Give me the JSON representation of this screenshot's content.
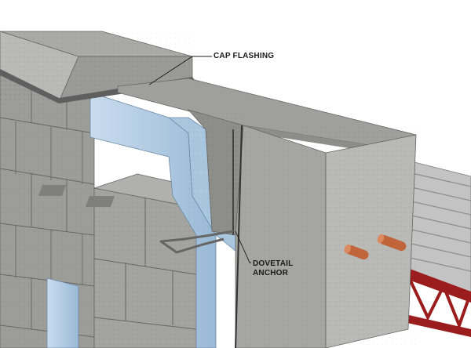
{
  "labels": {
    "cap_flashing": "CAP FLASHING",
    "dovetail_line1": "DOVETAIL",
    "dovetail_line2": "ANCHOR"
  },
  "colors": {
    "concrete_top": "#a9a9a6",
    "concrete_side": "#8d8d89",
    "concrete_front": "#b9b9b6",
    "cmu": "#9c9c98",
    "cmu_dark": "#7f7f7b",
    "insulation": "#a9c6df",
    "insulation_light": "#c9dcee",
    "flashing": "#5f5f5f",
    "steel_deck": "#c3c3c3",
    "steel_joist": "#9b1c1c",
    "dowel": "#c0643a",
    "leader": "#1a1a1a"
  },
  "icons": {
    "callout_leader": "leader-line"
  }
}
